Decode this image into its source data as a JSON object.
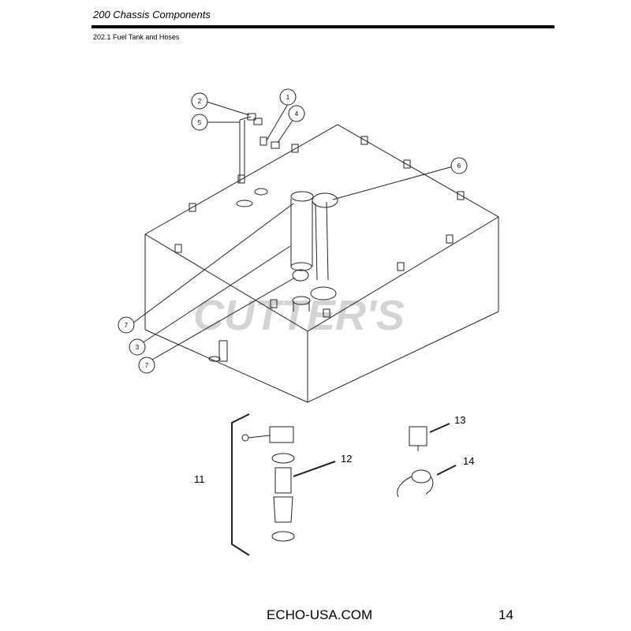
{
  "header": {
    "section_title": "200 Chassis Components",
    "subsection": "202.1 Fuel Tank and Hoses"
  },
  "watermark": "CUTTER'S",
  "callouts": {
    "c1": "1",
    "c2": "2",
    "c3": "3",
    "c4": "4",
    "c5": "5",
    "c6": "6",
    "c7a": "7",
    "c7b": "7",
    "c11": "11",
    "c12": "12",
    "c13": "13",
    "c14": "14"
  },
  "footer": {
    "website": "ECHO-USA.COM",
    "page_number": "14"
  }
}
